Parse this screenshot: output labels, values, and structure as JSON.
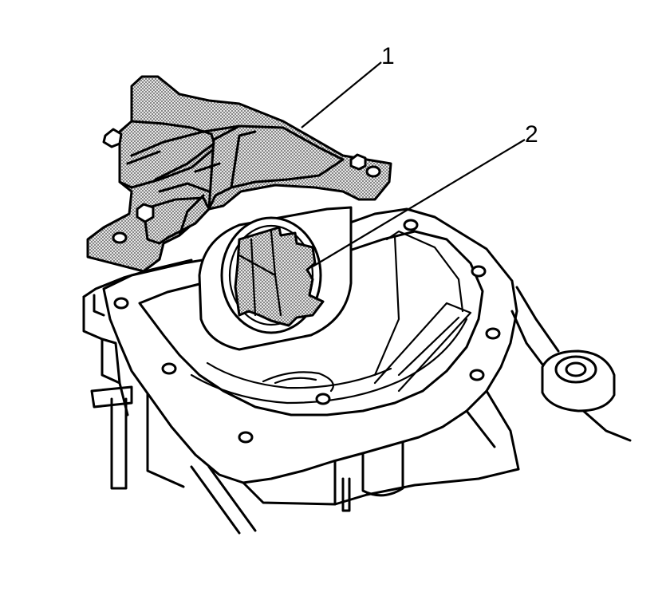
{
  "callouts": [
    {
      "id": "1",
      "label": "1"
    },
    {
      "id": "2",
      "label": "2"
    }
  ],
  "colors": {
    "line": "#000000",
    "background": "#ffffff",
    "stipple_dot": "#444444",
    "stipple_base": "#e6e6e6"
  }
}
